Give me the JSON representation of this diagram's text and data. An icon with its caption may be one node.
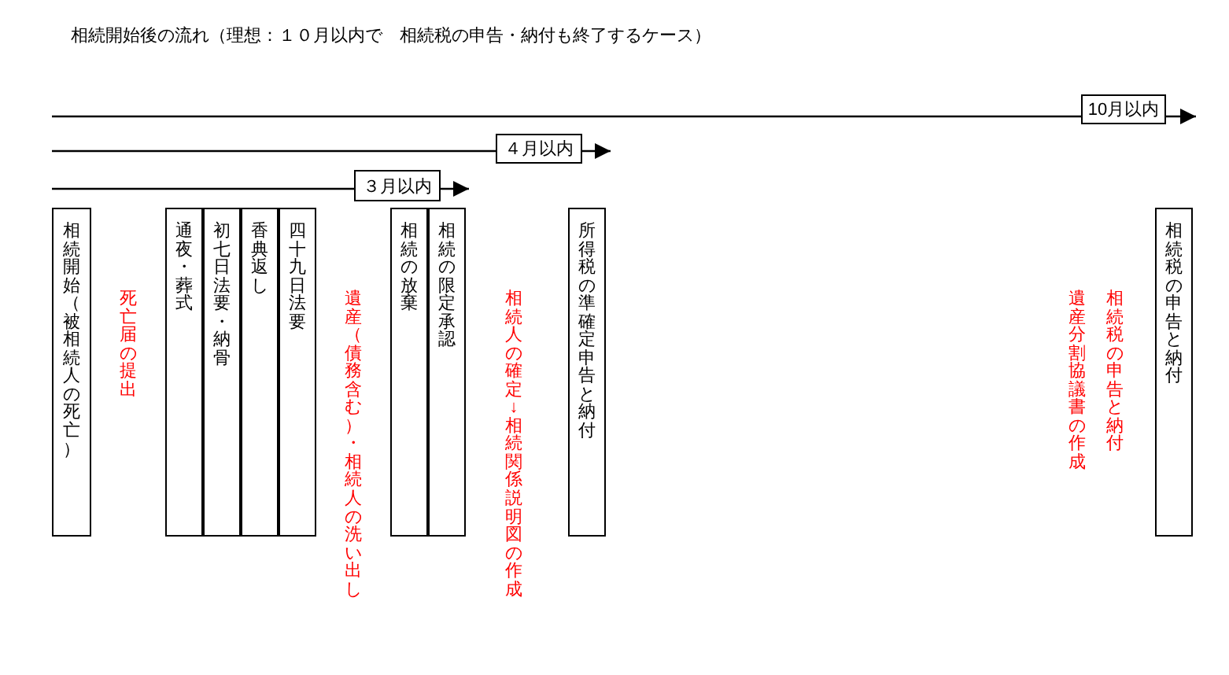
{
  "diagram": {
    "title": "相続開始後の流れ（理想：１０月以内で　相続税の申告・納付も終了するケース）",
    "nodes": [
      {
        "text": [
          "10月以内"
        ]
      },
      {
        "text": [
          "４月以内"
        ]
      },
      {
        "text": [
          "３月以内"
        ]
      },
      {
        "text": [
          "相続開始（被相続人の死亡）"
        ]
      },
      {
        "text": [
          "通夜・葬式"
        ]
      },
      {
        "text": [
          "初七日法要・納骨"
        ]
      },
      {
        "text": [
          "香典返し"
        ]
      },
      {
        "text": [
          "四十九日法要"
        ]
      },
      {
        "text": [
          "相続の放棄"
        ]
      },
      {
        "text": [
          "相続の限定承認"
        ]
      },
      {
        "text": [
          "所得税の準確定申告と納付"
        ]
      },
      {
        "text": [
          "相続税の申告と納付"
        ]
      }
    ],
    "labels": [
      "死亡届の提出",
      "遺産（債務含む）・相続人の洗い出し",
      "相続人の確定　↓　相続関係説明図の作成",
      "相続税の申告と納付",
      "遺産分割協議書の作成"
    ]
  }
}
